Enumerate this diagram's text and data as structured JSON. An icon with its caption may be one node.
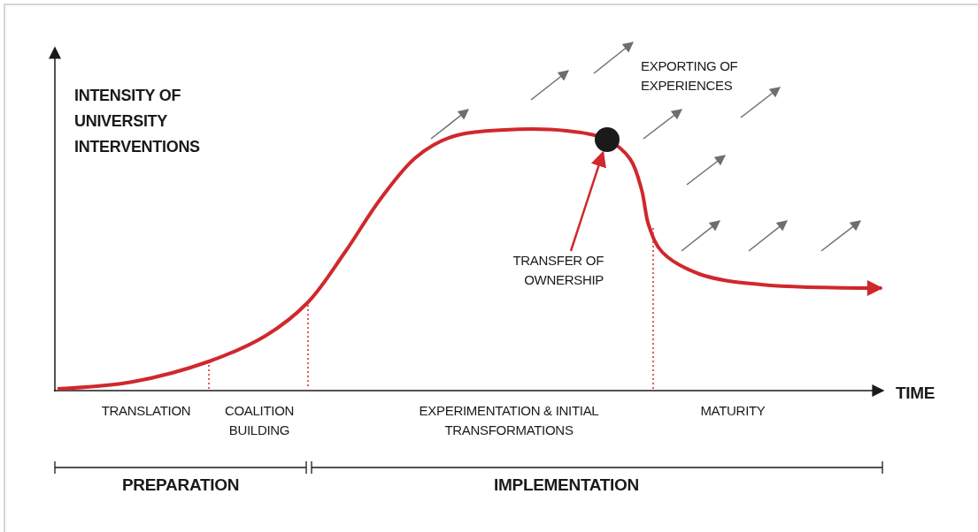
{
  "diagram": {
    "nodes": [
      {
        "text": [
          "TRANSFER OF OWNERSHIP"
        ]
      },
      {
        "text": [],
        "shape": "circle"
      }
    ],
    "edges": [
      {
        "from": 0,
        "to": 1,
        "arrow": "to",
        "color": "#d0282c"
      }
    ],
    "labels": [
      "INTENSITY OF UNIVERSITY INTERVENTIONS",
      "EXPORTING OF EXPERIENCES",
      "TIME",
      "TRANSLATION",
      "COALITION BUILDING",
      "EXPERIMENTATION & INITIAL TRANSFORMATIONS",
      "MATURITY",
      "PREPARATION",
      "IMPLEMENTATION"
    ]
  }
}
